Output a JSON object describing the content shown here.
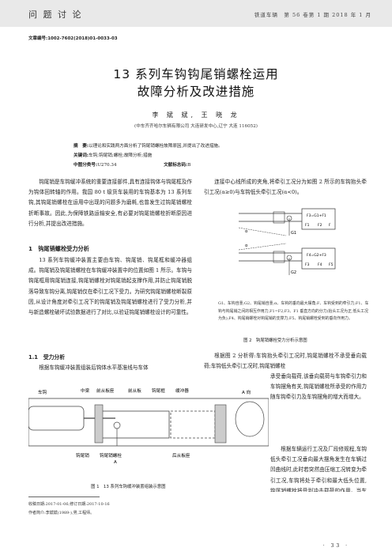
{
  "header": {
    "section": "问 题 讨 论",
    "journal_info": "铁道车辆　第 56 卷第 1 期 2018 年 1 月"
  },
  "article_no": "文章编号:1002-7602(2018)01-0033-03",
  "title": {
    "line1": "13 系列车钩钩尾销螺栓运用",
    "line2": "故障分析及改进措施"
  },
  "authors": "李 斌 斌, 王 晓 龙",
  "affiliation": "(中车齐齐哈尔车辆有限公司 大连研发中心,辽宁 大连 116052)",
  "abstract": {
    "label": "摘　要:",
    "text": "以理论和实践两方面分析了钩尾销螺栓故障原因,并提出了改进措施。"
  },
  "keywords": {
    "label": "关键词:",
    "text": "车钩;钩尾销;螺栓;故障分析;措施"
  },
  "classification": {
    "clc_label": "中图分类号:",
    "clc_value": "U270.34",
    "doc_label": "文献标志码:",
    "doc_value": "B"
  },
  "body": {
    "intro": "钩尾销是车钩缓冲系统的重要连接部件,具有连接钩体与钩尾框及作为钩体回转轴的作用。我国 80 t 级货车装用的车钩基本为 13 系列车钩,其钩尾销螺栓在运用中出现的问题多为磨耗,也曾发生过钩尾销螺栓折断事故。因此,为保障铁路运输安全,有必要对钩尾销螺栓折断原因进行分析,并提出改进措施。",
    "section1_title": "1　钩尾销螺栓受力分析",
    "section1_text": "13 系列车钩缓冲装置主要由车钩、钩尾销、钩尾框和缓冲器组成。钩尾销及钩尾销螺栓在车钩缓冲装置中的位置如图 1 所示。车钩与钩尾框用钩尾销连接,钩尾销螺栓对钩尾销起支撑作用,并防止钩尾销脱落导致车钩分离,钩尾销仅在牵引工况下受力。为研究钩尾销螺栓断裂原因,从设计角度对牵引工况下的钩尾销及钩尾销螺栓进行了受力分析,并与新造螺栓破坏试验数据进行了对比,以验证钩尾销螺栓设计的可靠性。",
    "sub11_title": "1.1　受力分析",
    "sub11_text": "根据车钩缓冲装置组装后钩体水平基准线与车体",
    "right_top": "连接中心线所成的夹角,将牵引工况分为如图 2 所示的车钩抬头牵引工况(α≥0)与车钩低头牵引工况(α<0)。",
    "right_mid_a": "根据图 2 分析得:车钩抬头牵引工况时,钩尾销螺栓不承受垂向载荷;车钩低头牵引工况时,钩尾销螺栓",
    "right_mid_b": "承受垂向载荷,该垂向载荷与车钩牵引力和车钩摆角有关,钩尾销螺栓所承受的作用力随车钩牵引力及车钩摆角的增大而增大。",
    "right_mid_c": "根据车辆运行工况及厂段修规程,车钩低头牵引工况垂向最大摆角发生在车辆过凹曲线时,此时若突然由压缩工况转变为牵引工况,车钩将处于牵引和最大低头位置,钩尾销螺栓将受到冲击载荷的作用。当车钩缓冲装置中各相关部件磨耗到最大极限时,车钩的垂向最大摆角为"
  },
  "figure1": {
    "caption": "图 1　13 系列车钩缓冲装置组装示意图",
    "labels": {
      "coupler": "车钩",
      "center_plate": "中梁",
      "front_stop": "前从板座",
      "front_follower": "前从板",
      "yoke": "钩尾框",
      "buffer": "缓冲器",
      "a_view": "A 向",
      "key": "钩尾销",
      "key_bolt": "钩尾销螺栓",
      "a_mark": "A",
      "rear_stop": "后从板座"
    }
  },
  "figure2": {
    "caption": "图 2　钩尾销螺栓受力分析示意图",
    "note": "G1、车钩自重;G2、钩尾销自重;α、车钩的垂向最大摆角;F、车钩受到的牵引力;F1、车钩与钩尾销之间的相互作用力,F1=F2;F3、F1 垂直方向的分力(抬头工况为正,低头工况为负);F4、钩尾销螺栓对钩尾销的支撑力;F5、钩尾销螺栓受到的垂向作用力。",
    "labels": {
      "alpha": "α",
      "G1": "G1",
      "G2": "G2",
      "F": "F",
      "F1": "F1",
      "F2": "F2",
      "F3": "F3",
      "F4": "F4",
      "F5": "F5",
      "top_eq": "F3=G1+F1",
      "bottom_eq": "F4=G2+F3"
    }
  },
  "footnote": {
    "received": "收稿日期:2017-01-06;修订日期:2017-10-16",
    "author": "作者简介:李斌斌(1989-),男,工程师。"
  },
  "page_number": "· 33 ·"
}
